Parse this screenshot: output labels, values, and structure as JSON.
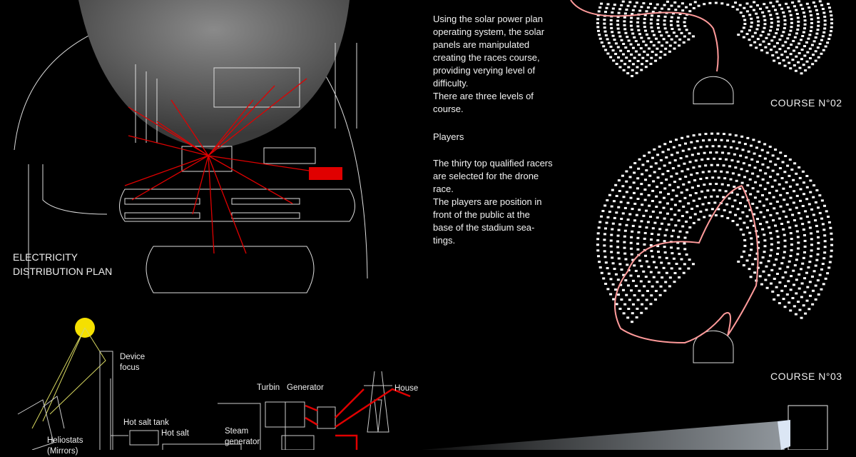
{
  "plan": {
    "title_line1": "ELECTRICITY",
    "title_line2": "DISTRIBUTION PLAN"
  },
  "description": {
    "intro": [
      "Using the solar power plan",
      "operating system, the solar",
      "panels are manipulated",
      "creating the races course,",
      "providing verying level of",
      "difficulty.",
      "There are three levels of",
      "course."
    ],
    "players_heading": "Players",
    "players": [
      "The thirty top qualified racers",
      "are selected for the drone",
      "race.",
      "The players are position in",
      "front of the public at the",
      "base of the stadium sea-",
      "tings."
    ]
  },
  "courses": [
    {
      "label": "COURSE N°02"
    },
    {
      "label": "COURSE N°03"
    }
  ],
  "diagram": {
    "device_focus": [
      "Device",
      "focus"
    ],
    "heliostats": [
      "Heliostats",
      "(Mirrors)"
    ],
    "hot_salt_tank": "Hot salt tank",
    "hot_salt": "Hot salt",
    "steam_generator": [
      "Steam",
      "generator"
    ],
    "turbin": "Turbin",
    "generator": "Generator",
    "house": "House"
  },
  "colors": {
    "accent": "#e00000",
    "sun": "#f5e000",
    "course_path": "#ff9a9a"
  }
}
